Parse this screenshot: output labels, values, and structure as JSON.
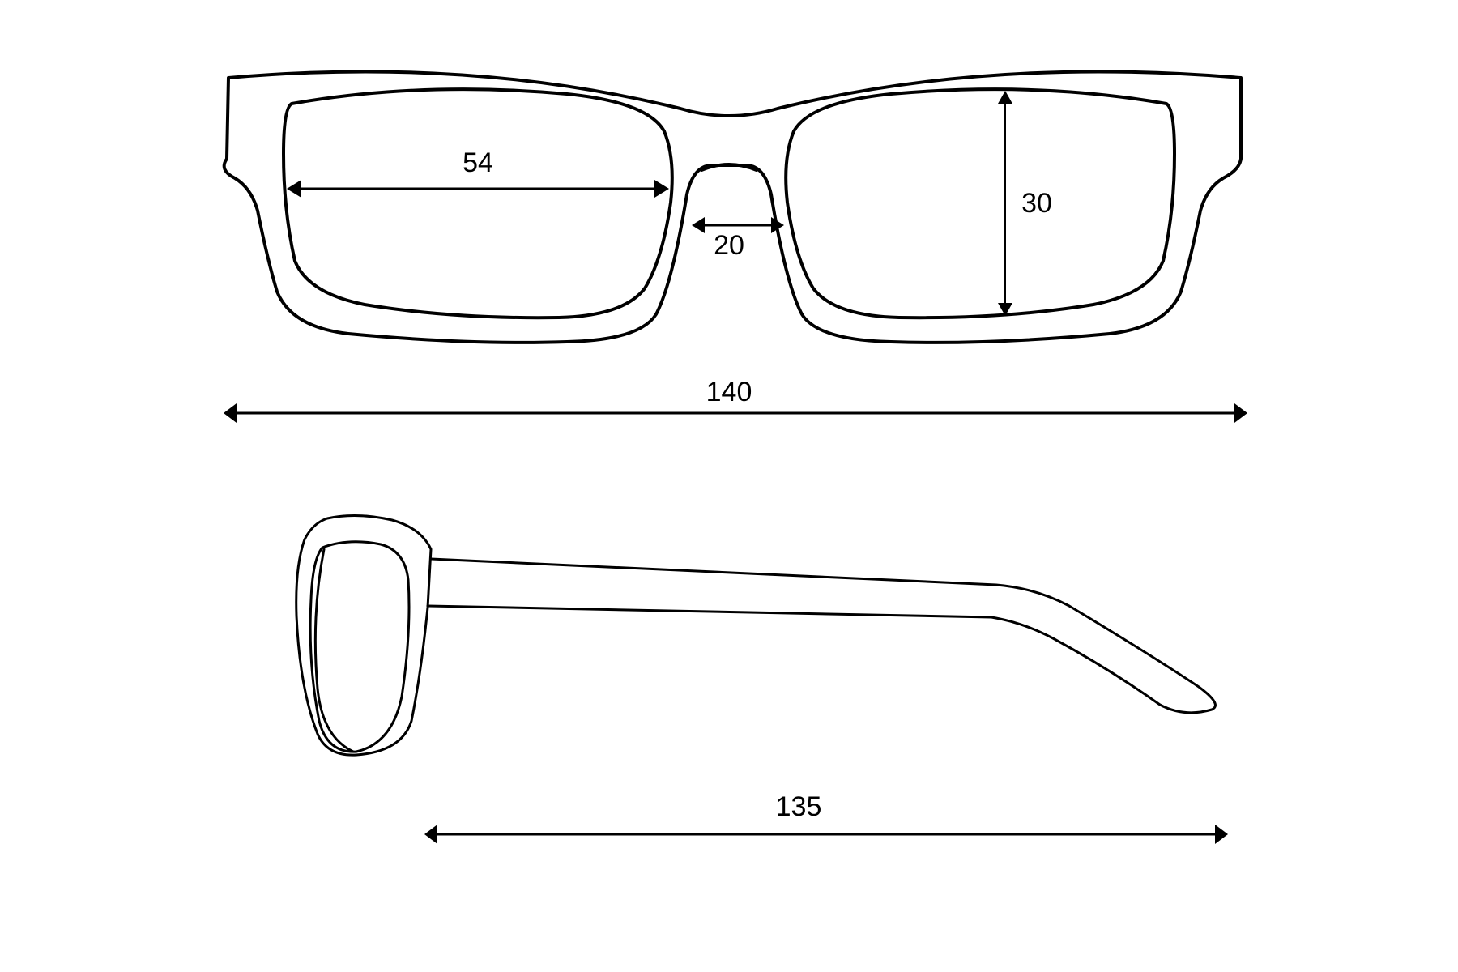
{
  "dimensions": {
    "lens_width": "54",
    "bridge_width": "20",
    "lens_height": "30",
    "frame_width": "140",
    "temple_length": "135"
  },
  "colors": {
    "stroke": "#000000",
    "background": "#ffffff"
  }
}
